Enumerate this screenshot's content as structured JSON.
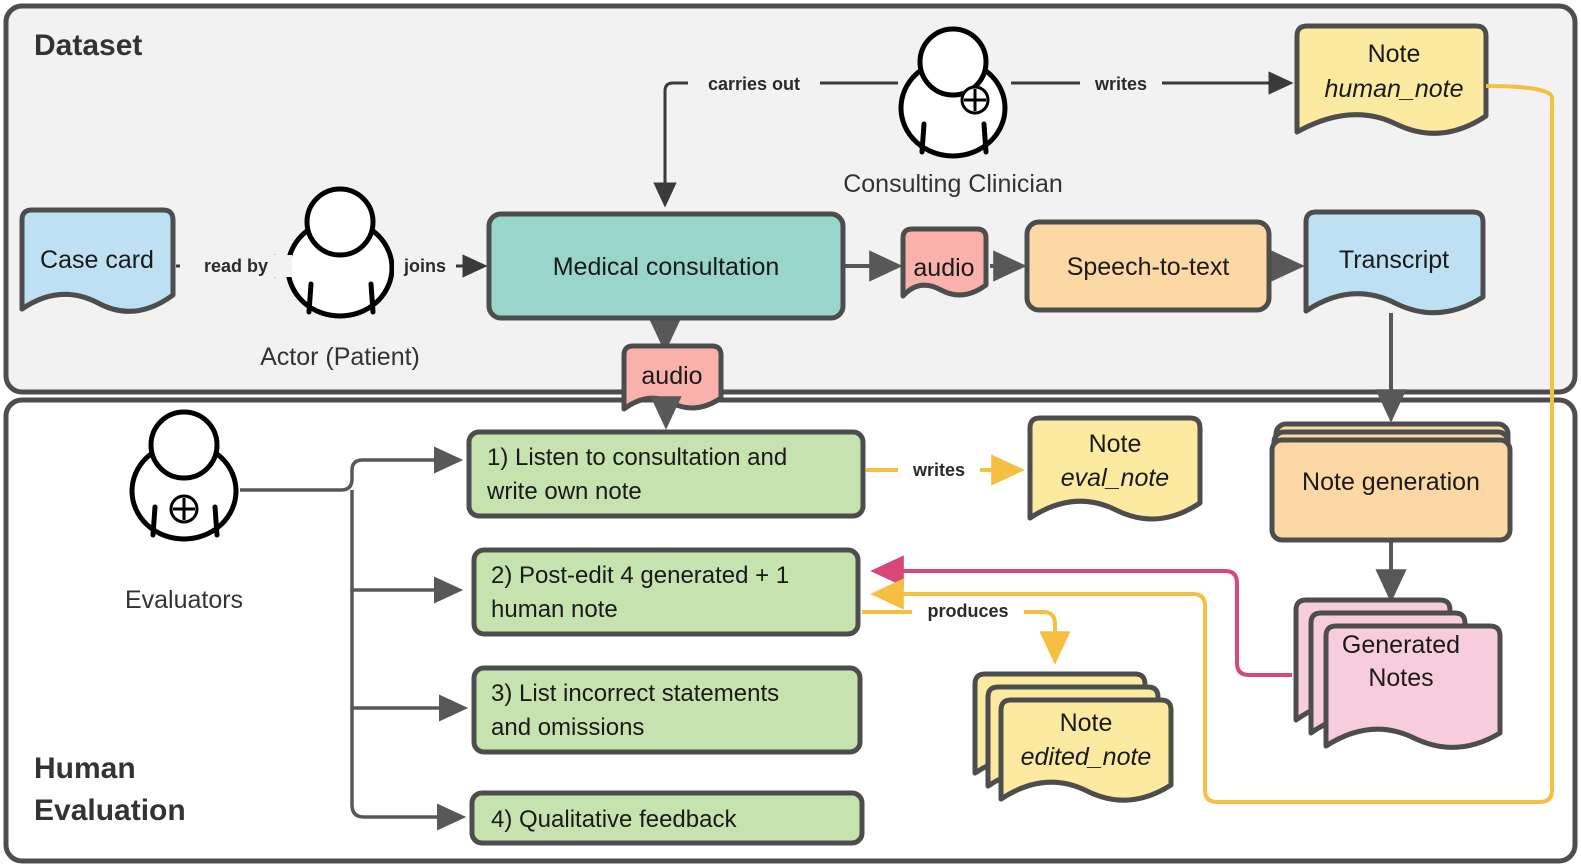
{
  "panels": [
    {
      "id": "dataset",
      "title": "Dataset",
      "fill": "#f2f2f2",
      "stroke": "#4d4d4d"
    },
    {
      "id": "human-evaluation",
      "title": "Human\nEvaluation",
      "title_line1": "Human",
      "title_line2": "Evaluation",
      "fill": "#ffffff",
      "stroke": "#4d4d4d"
    }
  ],
  "colors": {
    "note_yellow": "#fbeaa0",
    "doc_blue": "#bde0f3",
    "process_teal": "#9ad5cb",
    "process_orange": "#fcd9a4",
    "audio_pink": "#f8b2ab",
    "generated_pink": "#f7ccdd",
    "task_green": "#c6e3af",
    "shape_stroke": "#4d4d4d",
    "arrow_gray": "#585858",
    "arrow_yellow": "#f5bf42",
    "arrow_crimson": "#d9477a",
    "panel_border": "#4d4d4d",
    "dataset_fill": "#f2f2f2",
    "text": "#1a1a1a"
  },
  "dataset": {
    "case_card": {
      "label": "Case card",
      "shape": "note"
    },
    "actor": {
      "label": "Actor (Patient)",
      "shape": "actor-figure",
      "badge": "none"
    },
    "consultation": {
      "label": "Medical consultation",
      "shape": "process"
    },
    "clinician": {
      "label": "Consulting Clinician",
      "shape": "actor-figure",
      "badge": "medical-cross"
    },
    "human_note": {
      "label_line1": "Note",
      "label_line2": "human_note",
      "shape": "note"
    },
    "audio_right": {
      "label": "audio",
      "shape": "note"
    },
    "audio_down": {
      "label": "audio",
      "shape": "note"
    },
    "speech_to_text": {
      "label": "Speech-to-text",
      "shape": "process"
    },
    "transcript": {
      "label": "Transcript",
      "shape": "note"
    },
    "edges": [
      {
        "id": "read-by",
        "label": "read by"
      },
      {
        "id": "joins",
        "label": "joins"
      },
      {
        "id": "carries-out",
        "label": "carries out"
      },
      {
        "id": "writes-human",
        "label": "writes"
      }
    ]
  },
  "evaluation": {
    "evaluators": {
      "label": "Evaluators",
      "shape": "actor-figure",
      "badge": "medical-cross"
    },
    "tasks": [
      {
        "n": 1,
        "line1": "1) Listen to consultation and",
        "line2": "write own note"
      },
      {
        "n": 2,
        "line1": "2) Post-edit 4 generated + 1",
        "line2": "human note"
      },
      {
        "n": 3,
        "line1": "3) List incorrect statements",
        "line2": "and omissions"
      },
      {
        "n": 4,
        "line1": "4) Qualitative feedback",
        "line2": ""
      }
    ],
    "eval_note": {
      "label_line1": "Note",
      "label_line2": "eval_note",
      "shape": "note"
    },
    "edited_note": {
      "label_line1": "Note",
      "label_line2": "edited_note",
      "shape": "note-stack",
      "stack_count": 3
    },
    "note_generation": {
      "label": "Note generation",
      "shape": "process-stack",
      "stack_count": 3
    },
    "generated_notes": {
      "label_line1": "Generated",
      "label_line2": "Notes",
      "shape": "note-stack",
      "stack_count": 3
    },
    "edges": [
      {
        "id": "writes-eval",
        "label": "writes",
        "color": "#f5bf42"
      },
      {
        "id": "produces-edited",
        "label": "produces",
        "color": "#f5bf42"
      }
    ]
  }
}
